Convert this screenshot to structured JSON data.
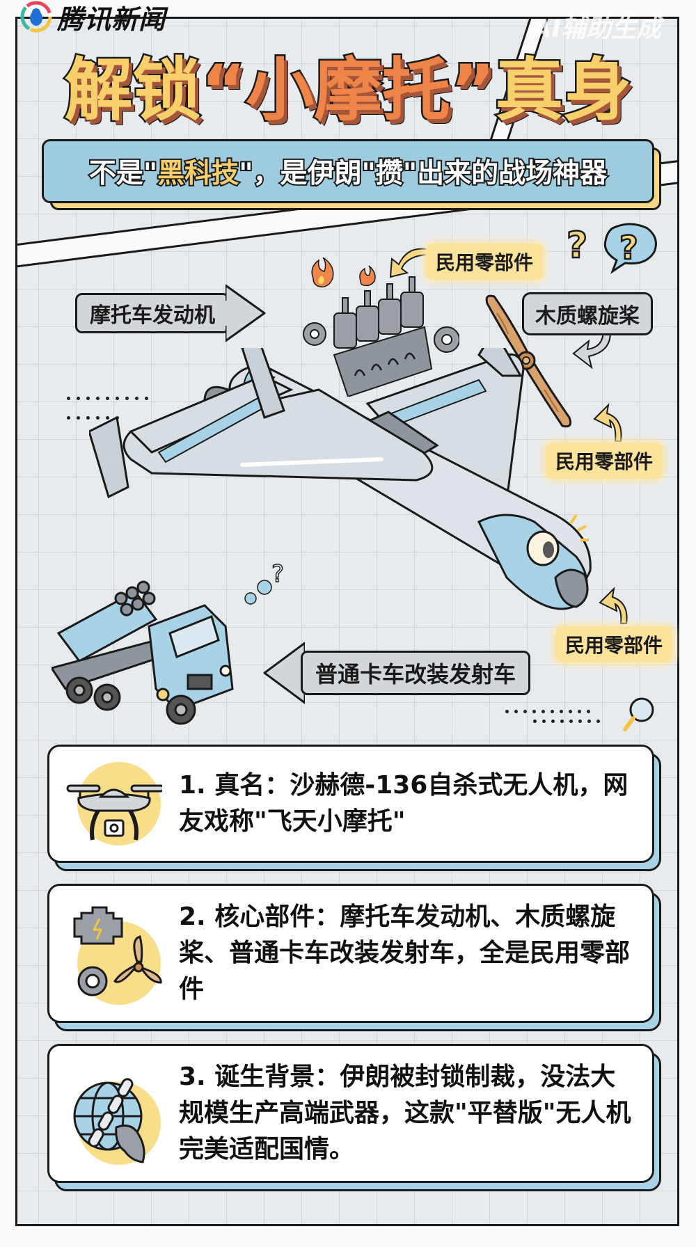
{
  "brand": {
    "name": "腾讯新闻",
    "logo_icon": "tencent-news-logo-icon"
  },
  "watermark": "AI辅助生成",
  "title": {
    "part1": "解锁",
    "quote_open": "“",
    "part2": "小摩托",
    "quote_close": "”",
    "part3": "真身"
  },
  "subtitle": {
    "prefix": "不是\"",
    "highlight": "黑科技",
    "suffix": "\"，是伊朗\"攒\"出来的战场神器"
  },
  "diagram": {
    "engine_label": "摩托车发动机",
    "propeller_label": "木质螺旋桨",
    "launcher_label": "普通卡车改装发射车",
    "civil_parts_labels": [
      "民用零部件",
      "民用零部件",
      "民用零部件"
    ],
    "question_marks": [
      "?",
      "?"
    ]
  },
  "cards": [
    {
      "number": "1.",
      "heading": "真名：",
      "text": "1. 真名：沙赫德-136自杀式无人机，网友戏称\"飞天小摩托\"",
      "icon": "drone-icon"
    },
    {
      "number": "2.",
      "heading": "核心部件：",
      "text": "2. 核心部件：摩托车发动机、木质螺旋桨、普通卡车改装发射车，全是民用零部件",
      "icon": "engine-gear-propeller-icon"
    },
    {
      "number": "3.",
      "heading": "诞生背景：",
      "text": "3. 诞生背景：伊朗被封锁制裁，没法大规模生产高端武器，这款\"平替版\"无人机完美适配国情。",
      "icon": "globe-chain-map-icon"
    }
  ],
  "colors": {
    "title_yellow": "#f7cf6b",
    "title_orange": "#ee8447",
    "subtitle_blue": "#9fcbde",
    "pill_yellow": "#fbe39c",
    "card_shadow_blue": "#a8d2e6",
    "grid_bg": "#e8ebee"
  }
}
